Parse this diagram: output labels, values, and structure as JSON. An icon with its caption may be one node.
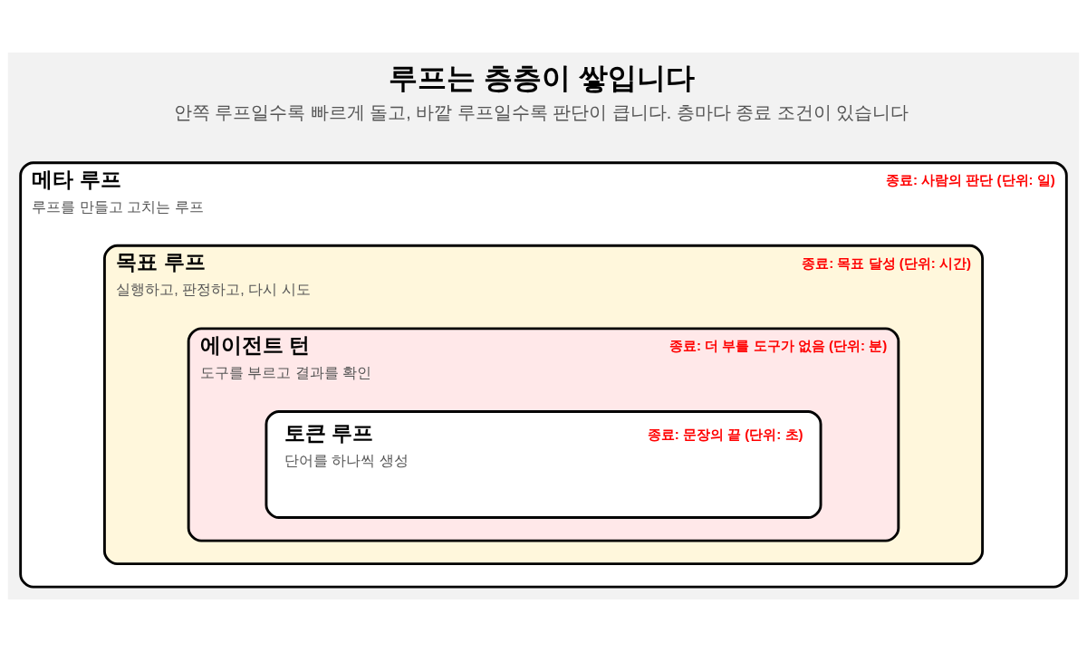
{
  "diagram": {
    "title": "루프는 층층이 쌓입니다",
    "caption": "안쪽 루프일수록 빠르게 돌고, 바깥 루프일수록 판단이 큽니다. 층마다 종료 조건이 있습니다",
    "nodes": [
      {
        "text": [
          "메타 루프",
          "루프를 만들고 고치는 루프",
          "종료: 사람의 판단 (단위: 일)"
        ]
      },
      {
        "text": [
          "목표 루프",
          "실행하고, 판정하고, 다시 시도",
          "종료: 목표 달성 (단위: 시간)"
        ],
        "in": 0
      },
      {
        "text": [
          "에이전트 턴",
          "도구를 부르고 결과를 확인",
          "종료: 더 부를 도구가 없음 (단위: 분)"
        ],
        "in": 1
      },
      {
        "text": [
          "토큰 루프",
          "단어를 하나씩 생성",
          "종료: 문장의 끝 (단위: 초)"
        ],
        "in": 2
      }
    ]
  }
}
